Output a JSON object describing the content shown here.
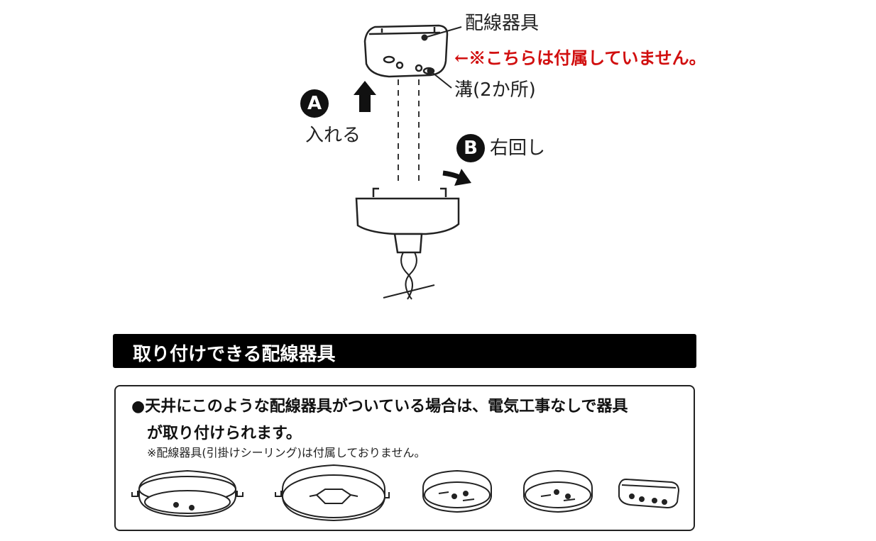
{
  "diagram": {
    "label_fixture": "配線器具",
    "label_not_included": "←※こちらは付属していません。",
    "label_groove": "溝(2か所)",
    "step_a_badge": "A",
    "step_a_text": "入れる",
    "step_b_badge": "B",
    "step_b_text": "右回し"
  },
  "section": {
    "title": "取り付けできる配線器具"
  },
  "info": {
    "line1": "●天井にこのような配線器具がついている場合は、電気工事なしで器具",
    "line2": "が取り付けられます。",
    "note": "※配線器具(引掛けシーリング)は付属しておりません。"
  },
  "colors": {
    "note_red": "#d10f0f",
    "section_bar": "#000000"
  }
}
